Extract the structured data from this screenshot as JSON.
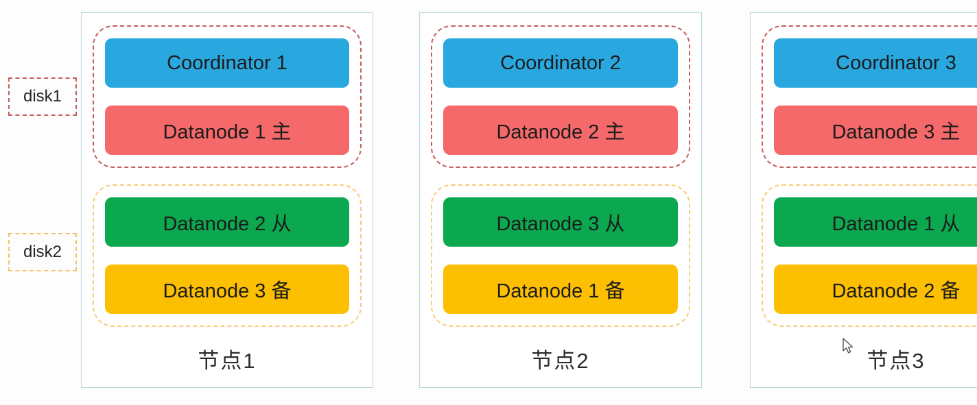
{
  "diagram": {
    "disk_labels": [
      {
        "id": "disk1",
        "label": "disk1",
        "border_color": "#c75d5c"
      },
      {
        "id": "disk2",
        "label": "disk2",
        "border_color": "#f5c26b"
      }
    ],
    "nodes": [
      {
        "title": "节点1",
        "disk1": {
          "coordinator": "Coordinator 1",
          "primary": "Datanode 1 主"
        },
        "disk2": {
          "secondary": "Datanode 2 从",
          "backup": "Datanode 3 备"
        }
      },
      {
        "title": "节点2",
        "disk1": {
          "coordinator": "Coordinator 2",
          "primary": "Datanode 2 主"
        },
        "disk2": {
          "secondary": "Datanode 3 从",
          "backup": "Datanode 1 备"
        }
      },
      {
        "title": "节点3",
        "disk1": {
          "coordinator": "Coordinator 3",
          "primary": "Datanode 3 主"
        },
        "disk2": {
          "secondary": "Datanode 1 从",
          "backup": "Datanode 2 备"
        }
      }
    ],
    "colors": {
      "coordinator_box": "#29a8e0",
      "primary_box": "#f5696a",
      "secondary_box": "#0ba84f",
      "backup_box": "#fcbf01",
      "disk1_dashed_border": "#c75d5c",
      "disk2_dashed_border": "#f9ca79",
      "node_border": "#b8d8d5"
    }
  }
}
